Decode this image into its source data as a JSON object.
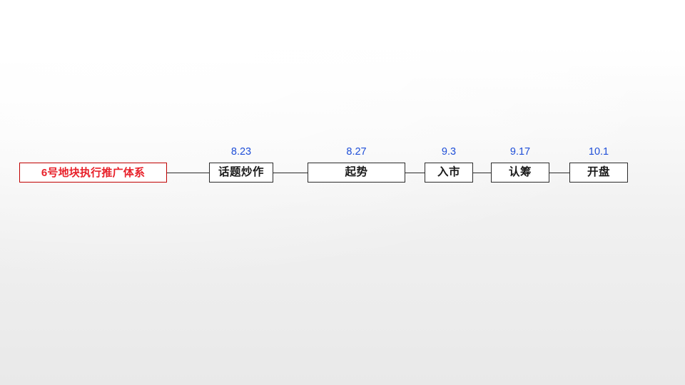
{
  "slide": {
    "background_top": "#ffffff",
    "background_bottom": "#e9e9e9",
    "accent_red": "#e8212a",
    "accent_blue": "#1f4fd8",
    "node_border": "#2b2b2b"
  },
  "diagram": {
    "type": "horizontal-flow",
    "title_node": {
      "label": "6号地块执行推广体系",
      "color": "#e8212a",
      "border_color": "#c00000"
    },
    "stages": [
      {
        "label": "话题炒作",
        "date": "8.23"
      },
      {
        "label": "起势",
        "date": "8.27"
      },
      {
        "label": "入市",
        "date": "9.3"
      },
      {
        "label": "认筹",
        "date": "9.17"
      },
      {
        "label": "开盘",
        "date": "10.1"
      }
    ]
  }
}
